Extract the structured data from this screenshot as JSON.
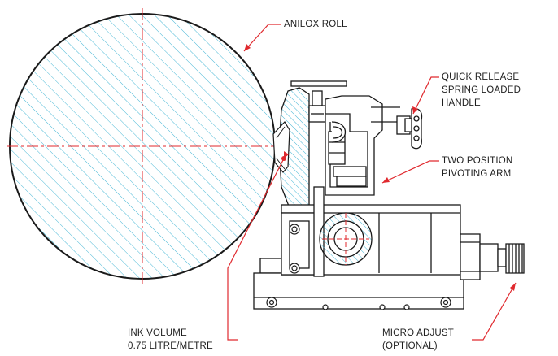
{
  "labels": {
    "anilox_roll": [
      "ANILOX ROLL"
    ],
    "quick_release": [
      "QUICK RELEASE",
      "SPRING LOADED",
      "HANDLE"
    ],
    "pivoting_arm": [
      "TWO POSITION",
      "PIVOTING ARM"
    ],
    "ink_volume": [
      "INK VOLUME",
      "0.75 LITRE/METRE"
    ],
    "micro_adjust": [
      "MICRO ADJUST",
      "(OPTIONAL)"
    ]
  },
  "colors": {
    "outline": "#1a1a1a",
    "hatch": "#49b8d6",
    "leader": "#e0292e",
    "centerline": "#e0292e",
    "text": "#1e1e1e"
  }
}
